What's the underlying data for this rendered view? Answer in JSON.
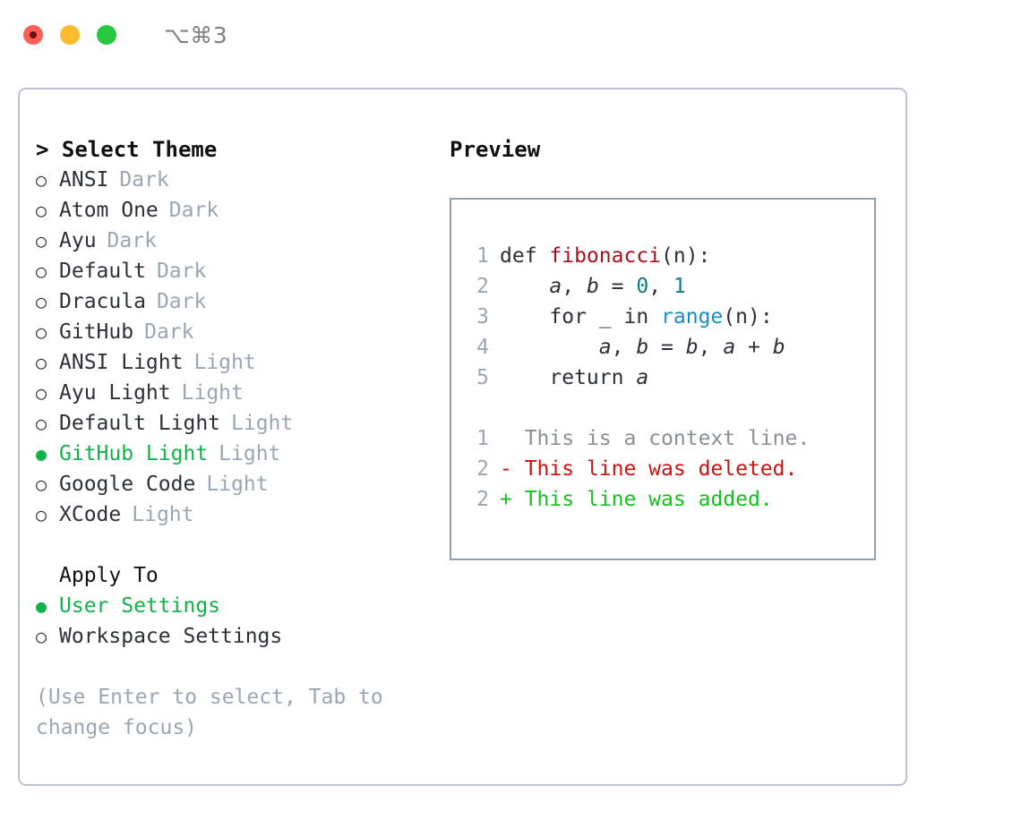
{
  "titlebar": {
    "shortcut": "⌥⌘3",
    "buttons": [
      {
        "name": "close",
        "color": "#ff5f57"
      },
      {
        "name": "minimize",
        "color": "#febc2e"
      },
      {
        "name": "maximize",
        "color": "#28c840"
      }
    ]
  },
  "theme_picker": {
    "heading": "> Select Theme",
    "markers": {
      "unselected": "○",
      "selected": "●"
    },
    "items": [
      {
        "label": "ANSI",
        "tag": "Dark",
        "selected": false
      },
      {
        "label": "Atom One",
        "tag": "Dark",
        "selected": false
      },
      {
        "label": "Ayu",
        "tag": "Dark",
        "selected": false
      },
      {
        "label": "Default",
        "tag": "Dark",
        "selected": false
      },
      {
        "label": "Dracula",
        "tag": "Dark",
        "selected": false
      },
      {
        "label": "GitHub",
        "tag": "Dark",
        "selected": false
      },
      {
        "label": "ANSI Light",
        "tag": "Light",
        "selected": false
      },
      {
        "label": "Ayu Light",
        "tag": "Light",
        "selected": false
      },
      {
        "label": "Default Light",
        "tag": "Light",
        "selected": false
      },
      {
        "label": "GitHub Light",
        "tag": "Light",
        "selected": true
      },
      {
        "label": "Google Code",
        "tag": "Light",
        "selected": false
      },
      {
        "label": "XCode",
        "tag": "Light",
        "selected": false
      }
    ]
  },
  "apply_to": {
    "heading": "Apply To",
    "items": [
      {
        "label": "User Settings",
        "selected": true
      },
      {
        "label": "Workspace Settings",
        "selected": false
      }
    ]
  },
  "hint": "(Use Enter to select, Tab to change focus)",
  "preview": {
    "heading": "Preview",
    "code_lines": [
      {
        "no": "1",
        "tokens": [
          {
            "t": "def ",
            "k": "kw"
          },
          {
            "t": "fibonacci",
            "k": "fn"
          },
          {
            "t": "(n):",
            "k": "punc"
          }
        ]
      },
      {
        "no": "2",
        "tokens": [
          {
            "t": "    ",
            "k": "punc"
          },
          {
            "t": "a",
            "k": "var"
          },
          {
            "t": ", ",
            "k": "punc"
          },
          {
            "t": "b",
            "k": "var"
          },
          {
            "t": " = ",
            "k": "punc"
          },
          {
            "t": "0",
            "k": "num"
          },
          {
            "t": ", ",
            "k": "punc"
          },
          {
            "t": "1",
            "k": "num"
          }
        ]
      },
      {
        "no": "3",
        "tokens": [
          {
            "t": "    for ",
            "k": "kw"
          },
          {
            "t": "_",
            "k": "punc"
          },
          {
            "t": " in ",
            "k": "kw"
          },
          {
            "t": "range",
            "k": "call"
          },
          {
            "t": "(n):",
            "k": "punc"
          }
        ]
      },
      {
        "no": "4",
        "tokens": [
          {
            "t": "        ",
            "k": "punc"
          },
          {
            "t": "a",
            "k": "var"
          },
          {
            "t": ", ",
            "k": "punc"
          },
          {
            "t": "b",
            "k": "var"
          },
          {
            "t": " = ",
            "k": "punc"
          },
          {
            "t": "b",
            "k": "var"
          },
          {
            "t": ", ",
            "k": "punc"
          },
          {
            "t": "a",
            "k": "var"
          },
          {
            "t": " + ",
            "k": "punc"
          },
          {
            "t": "b",
            "k": "var"
          }
        ]
      },
      {
        "no": "5",
        "tokens": [
          {
            "t": "    return ",
            "k": "kw"
          },
          {
            "t": "a",
            "k": "var"
          }
        ]
      }
    ],
    "diff_lines": [
      {
        "no": "1",
        "sign": " ",
        "text": " This is a context line.",
        "kind": "ctx"
      },
      {
        "no": "2",
        "sign": "-",
        "text": " This line was deleted.",
        "kind": "del"
      },
      {
        "no": "2",
        "sign": "+",
        "text": " This line was added.",
        "kind": "add"
      }
    ]
  },
  "colors": {
    "accent_green": "#10b24a",
    "muted": "#9aa6b4",
    "text": "#2c3038",
    "panel_border": "#b9c2cd",
    "preview_border": "#91a0b0",
    "diff_add": "#17c020",
    "diff_del": "#cc1111",
    "func": "#a8111c",
    "number": "#0a7d7d",
    "call": "#1b8cc4"
  }
}
